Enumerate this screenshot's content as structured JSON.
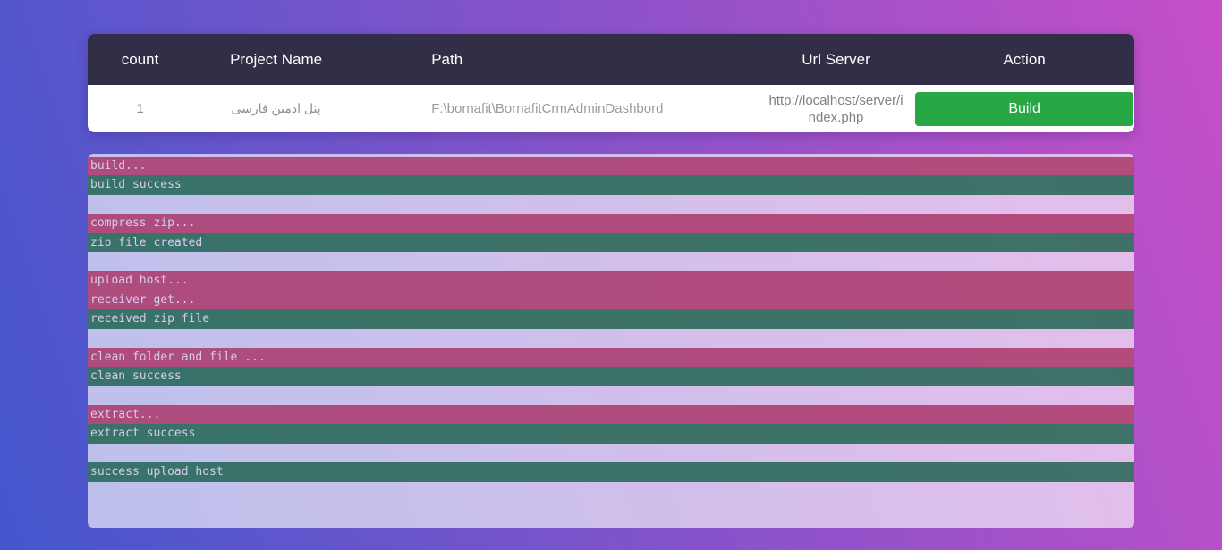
{
  "table": {
    "headers": [
      "count",
      "Project Name",
      "Path",
      "Url Server",
      "Action"
    ],
    "row": {
      "count": "1",
      "project_name": "پنل ادمین فارسی",
      "path": "F:\\bornafit\\BornafitCrmAdminDashbord",
      "url_server": "http://localhost/server/index.php",
      "action_label": "Build"
    }
  },
  "log": {
    "lines": [
      {
        "type": "progress",
        "text": "build..."
      },
      {
        "type": "success",
        "text": "build success"
      },
      {
        "type": "blank",
        "text": ""
      },
      {
        "type": "progress",
        "text": "compress zip..."
      },
      {
        "type": "success",
        "text": "zip file created"
      },
      {
        "type": "blank",
        "text": ""
      },
      {
        "type": "progress",
        "text": "upload host..."
      },
      {
        "type": "progress",
        "text": "receiver get..."
      },
      {
        "type": "success",
        "text": "received zip file"
      },
      {
        "type": "blank",
        "text": ""
      },
      {
        "type": "progress",
        "text": "clean folder and file ..."
      },
      {
        "type": "success",
        "text": "clean success"
      },
      {
        "type": "blank",
        "text": ""
      },
      {
        "type": "progress",
        "text": "extract..."
      },
      {
        "type": "success",
        "text": "extract success"
      },
      {
        "type": "blank",
        "text": ""
      },
      {
        "type": "success",
        "text": "success upload host"
      }
    ]
  },
  "colors": {
    "background_gradient_start": "#4457cd",
    "background_gradient_end": "#c64fc7",
    "table_header_bg": "#332e47",
    "build_button_green": "#28a745",
    "log_progress_pink": "#ad4a7c",
    "log_success_teal": "#3d7269",
    "log_panel_lavender": "#c9bce7"
  }
}
